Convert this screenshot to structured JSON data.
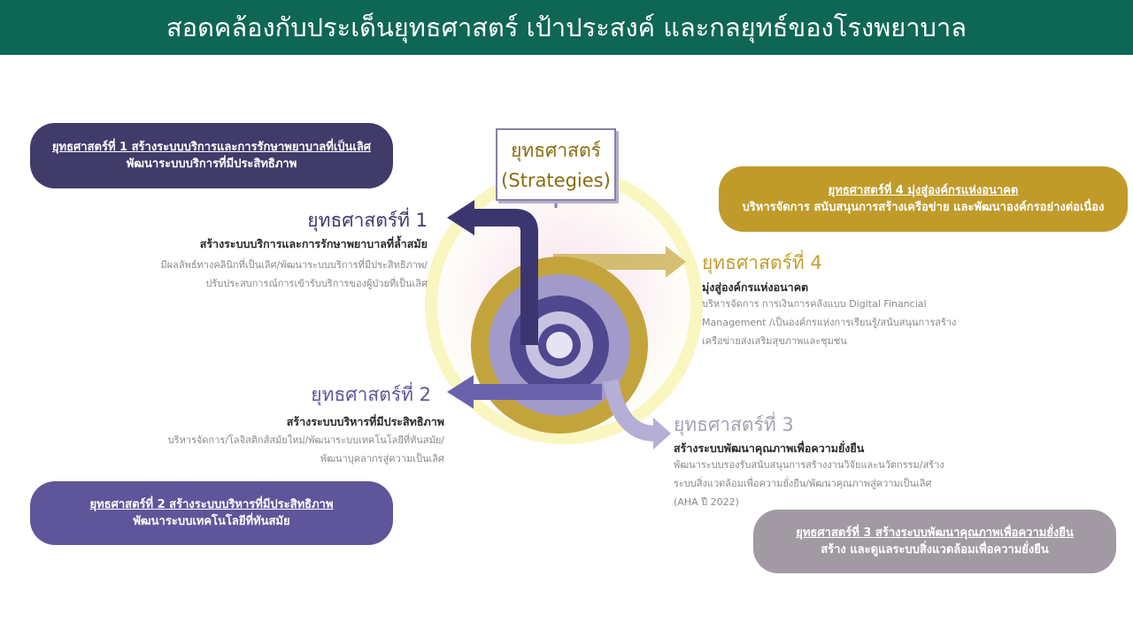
{
  "header": {
    "title": "สอดคล้องกับประเด็นยุทธศาสตร์ เป้าประสงค์ และกลยุทธ์ของโรงพยาบาล"
  },
  "center": {
    "label_line1": "ยุทธศาสตร์",
    "label_line2": "(Strategies)"
  },
  "boxes": {
    "s1": {
      "line1": "ยุทธศาสตร์ที่ 1 สร้างระบบบริการและการรักษาพยาบาลที่เป็นเลิศ",
      "line2": "พัฒนาระบบบริการที่มีประสิทธิภาพ"
    },
    "s2": {
      "line1": "ยุทธศาสตร์ที่ 2 สร้างระบบบริหารที่มีประสิทธิภาพ",
      "line2": "พัฒนาระบบเทคโนโลยีที่ทันสมัย"
    },
    "s3": {
      "line1": "ยุทธศาสตร์ที่ 3 สร้างระบบพัฒนาคุณภาพเพื่อความยั่งยืน",
      "line2": "สร้าง และดูแลระบบสิ่งแวดล้อมเพื่อความยั่งยืน"
    },
    "s4": {
      "line1": "ยุทธศาสตร์ที่ 4 มุ่งสู่องค์กรแห่งอนาคต",
      "line2": "บริหารจัดการ สนับสนุนการสร้างเครือข่าย และพัฒนาองค์กรอย่างต่อเนื่อง"
    }
  },
  "strategies": {
    "s1": {
      "heading": "ยุทธศาสตร์ที่ 1",
      "subheading": "สร้างระบบบริการและการรักษาพยาบาลที่ล้ำสมัย",
      "desc1": "มีผลลัพธ์ทางคลินิกที่เป็นเลิศ/พัฒนาระบบบริการที่มีประสิทธิภาพ/",
      "desc2": "ปรับประสบการณ์การเข้ารับบริการของผู้ป่วยที่เป็นเลิศ"
    },
    "s2": {
      "heading": "ยุทธศาสตร์ที่ 2",
      "subheading": "สร้างระบบบริหารที่มีประสิทธิภาพ",
      "desc1": "บริหารจัดการ/โลจิสติกส์สมัยใหม่/พัฒนาระบบเทคโนโลยีที่ทันสมัย/",
      "desc2": "พัฒนาบุคลากรสู่ความเป็นเลิศ"
    },
    "s3": {
      "heading": "ยุทธศาสตร์ที่ 3",
      "subheading": "สร้างระบบพัฒนาคุณภาพเพื่อความยั่งยืน",
      "desc1": "พัฒนาระบบรองรับสนับสนุนการสร้างงานวิจัยและนวัตกรรม/สร้าง",
      "desc2": "ระบบสิ่งแวดล้อมเพื่อความยั่งยืน/พัฒนาคุณภาพสู่ความเป็นเลิศ",
      "desc3": "(AHA ปี 2022)"
    },
    "s4": {
      "heading": "ยุทธศาสตร์ที่ 4",
      "subheading": "มุ่งสู่องค์กรแห่งอนาคต",
      "desc1": " บริหารจัดการ การเงินการคลังแบบ Digital Financial",
      "desc2": "Management /เป็นองค์กรแห่งการเรียนรู้/สนับสนุนการสร้าง",
      "desc3": "เครือข่ายส่งเสริมสุขภาพและชุมชน"
    }
  },
  "colors": {
    "header": "#0e6655",
    "s1": "#403b68",
    "s2": "#5f559a",
    "s3": "#a19aa2",
    "s4": "#c09b2a"
  }
}
